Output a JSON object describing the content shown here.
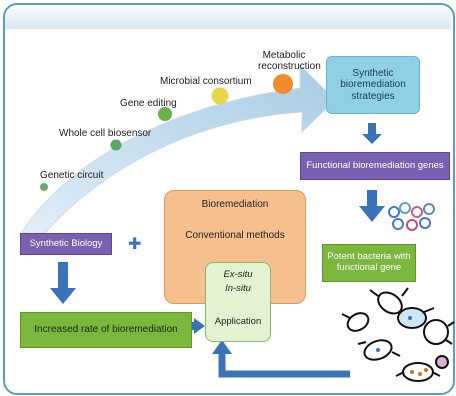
{
  "labels": {
    "genetic_circuit": "Genetic circuit",
    "whole_cell_biosensor": "Whole cell biosensor",
    "gene_editing": "Gene editing",
    "microbial_consortium": "Microbial consortium",
    "metabolic_reconstruction": "Metabolic reconstruction"
  },
  "boxes": {
    "synthetic_strategies": "Synthetic bioremediation strategies",
    "functional_genes": "Functional bioremediation genes",
    "potent_bacteria": "Potent bacteria with functional gene",
    "synthetic_biology": "Synthetic Biology",
    "increased_rate": "Increased rate of bioremediation",
    "bioremediation": "Bioremediation",
    "conventional_methods": "Conventional methods",
    "ex_situ": "Ex-situ",
    "in_situ": "In-situ",
    "application": "Application"
  },
  "symbols": {
    "plus": "✚"
  },
  "colors": {
    "purple": "#7b5fb0",
    "green": "#7ab73c",
    "cyan": "#8fd0e6",
    "orange_box": "#f6c08e",
    "arrow_blue": "#3a73b8",
    "curve_arrow": "#b9d6ea"
  }
}
